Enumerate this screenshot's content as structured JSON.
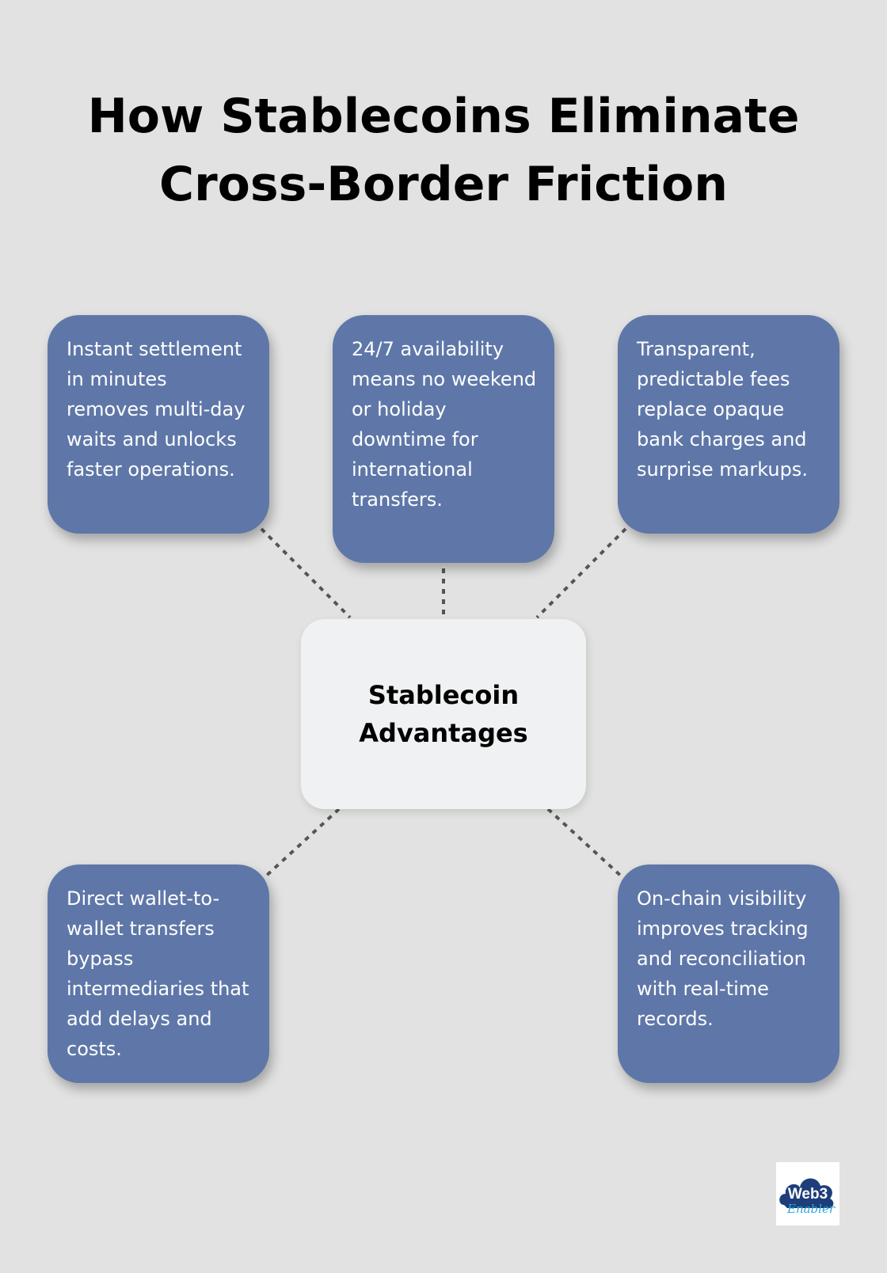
{
  "title": "How Stablecoins Eliminate Cross-Border Friction",
  "hub": {
    "label": "Stablecoin Advantages"
  },
  "advantages": [
    {
      "text": "Instant settlement in minutes removes multi-day waits and unlocks faster operations."
    },
    {
      "text": "24/7 availability means no weekend or holiday downtime for international transfers."
    },
    {
      "text": "Transparent, predictable fees replace opaque bank charges and surprise markups."
    },
    {
      "text": "Direct wallet-to-wallet transfers bypass intermediaries that add delays and costs."
    },
    {
      "text": "On-chain visibility improves tracking and reconciliation with real-time records."
    }
  ],
  "logo": {
    "text": "Web3",
    "subtext": "Enabler"
  },
  "colors": {
    "background": "#e1e2e1",
    "card": "#5f77a8",
    "hub": "#f0f1f2",
    "connector": "#555555",
    "logo_blue": "#1d3e7a",
    "logo_accent": "#2aa6e0"
  }
}
